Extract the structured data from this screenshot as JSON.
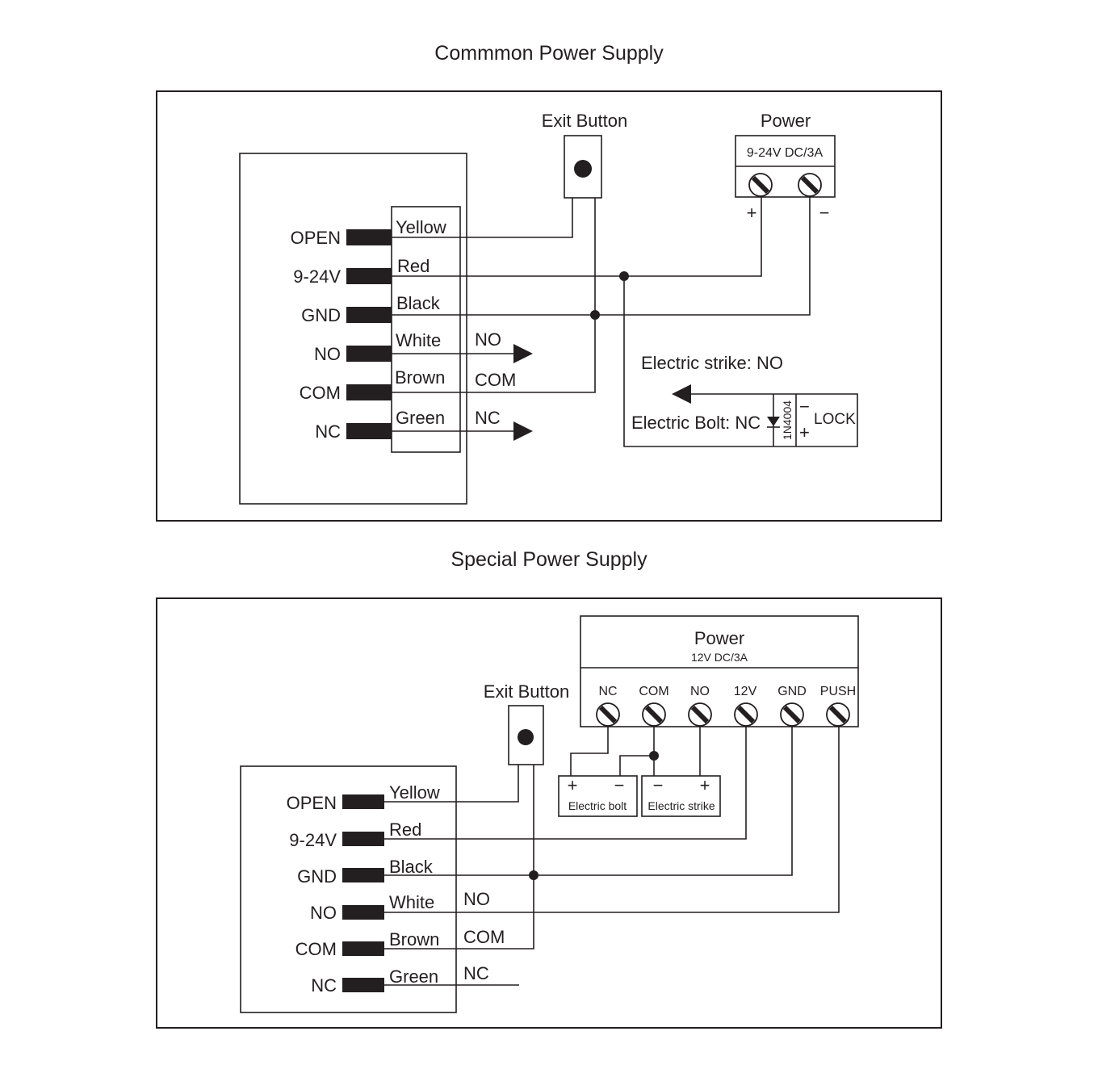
{
  "diagrams": [
    {
      "title": "Commmon Power Supply",
      "device_terminals": [
        "OPEN",
        "9-24V",
        "GND",
        "NO",
        "COM",
        "NC"
      ],
      "wire_colors": [
        "Yellow",
        "Red",
        "Black",
        "White",
        "Brown",
        "Green"
      ],
      "relay_outputs": {
        "no": "NO",
        "com": "COM",
        "nc": "NC"
      },
      "exit_button_label": "Exit Button",
      "power": {
        "label": "Power",
        "rating": "9-24V DC/3A",
        "plus": "+",
        "minus": "−"
      },
      "lock": {
        "strike_label": "Electric strike: NO",
        "bolt_label": "Electric Bolt: NC",
        "diode": "1N4004",
        "label": "LOCK",
        "minus": "−",
        "plus": "+"
      }
    },
    {
      "title": "Special Power Supply",
      "device_terminals": [
        "OPEN",
        "9-24V",
        "GND",
        "NO",
        "COM",
        "NC"
      ],
      "wire_colors": [
        "Yellow",
        "Red",
        "Black",
        "White",
        "Brown",
        "Green"
      ],
      "relay_outputs": {
        "no": "NO",
        "com": "COM",
        "nc": "NC"
      },
      "exit_button_label": "Exit Button",
      "power": {
        "label": "Power",
        "rating": "12V DC/3A",
        "terminals": [
          "NC",
          "COM",
          "NO",
          "12V",
          "GND",
          "PUSH"
        ]
      },
      "locks": [
        {
          "label": "Electric bolt",
          "left": "+",
          "right": "−"
        },
        {
          "label": "Electric strike",
          "left": "−",
          "right": "+"
        }
      ]
    }
  ]
}
